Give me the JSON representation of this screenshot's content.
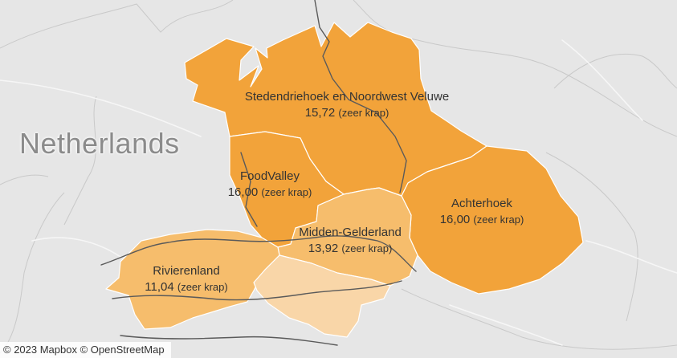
{
  "map": {
    "country_label": "Netherlands",
    "attribution": "© 2023 Mapbox © OpenStreetMap",
    "colors": {
      "background": "#e6e6e6",
      "dark_orange": "#f2a33a",
      "medium_orange": "#f6bd6c",
      "light_orange": "#f9d6a8",
      "river": "#5a5a5a"
    },
    "regions": [
      {
        "name": "Stedendriehoek en Noordwest Veluwe",
        "value": "15,72",
        "status": "(zeer krap)",
        "fill": "#f2a33a"
      },
      {
        "name": "FoodValley",
        "value": "16,00",
        "status": "(zeer krap)",
        "fill": "#f2a33a"
      },
      {
        "name": "Achterhoek",
        "value": "16,00",
        "status": "(zeer krap)",
        "fill": "#f2a33a"
      },
      {
        "name": "Midden-Gelderland",
        "value": "13,92",
        "status": "(zeer krap)",
        "fill": "#f6bd6c"
      },
      {
        "name": "Rivierenland",
        "value": "11,04",
        "status": "(zeer krap)",
        "fill": "#f6bd6c"
      },
      {
        "name": "",
        "value": "",
        "status": "",
        "fill": "#f9d6a8"
      }
    ]
  }
}
